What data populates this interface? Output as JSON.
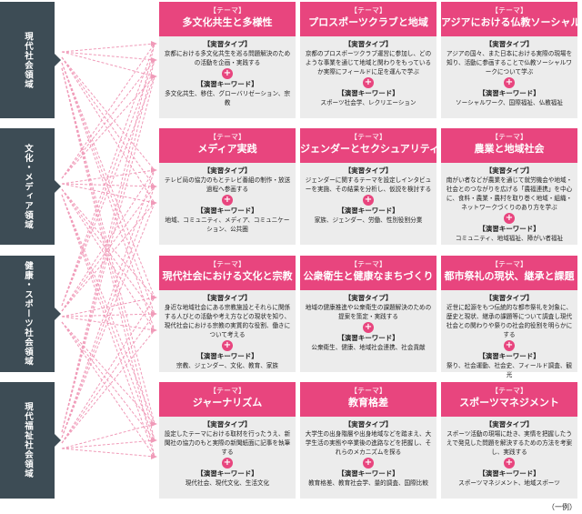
{
  "fields": [
    "現代社会領域",
    "文化・メディア領域",
    "健康・スポーツ社会領域",
    "現代福祉社会領域"
  ],
  "labels": {
    "theme_tag": "【テーマ】",
    "type_heading": "【実習タイプ】",
    "keyword_heading": "【演習キーワード】",
    "plus": "+"
  },
  "cards": [
    {
      "title": "多文化共生と多様性",
      "type": "京都における多文化共生を巡る問題解決のための活動を企画・実践する",
      "keywords": "多文化共生、移住、グローバリゼーション、宗教"
    },
    {
      "title": "プロスポーツクラブと地域",
      "type": "京都のプロスポーツクラブ運営に参加し、どのような事業を通じて地域と関わりをもっているか実際にフィールドに足を運んで学ぶ",
      "keywords": "スポーツ社会学、レクリエーション"
    },
    {
      "title": "アジアにおける仏教ソーシャルワーク",
      "type": "アジアの国々、また日本における実際の現場を知り、活動に参画することで仏教ソーシャルワークについて学ぶ",
      "keywords": "ソーシャルワーク、国際福祉、仏教福祉"
    },
    {
      "title": "メディア実践",
      "type": "テレビ局の協力のもとテレビ番組の制作・放送過程へ参画する",
      "keywords": "地域、コミュニティ、メディア、コミュニケーション、公共圏"
    },
    {
      "title": "ジェンダーとセクシュアリティ",
      "type": "ジェンダーに関するテーマを設定しインタビューを実施、その結果を分析し、仮説を検討する",
      "keywords": "家族、ジェンダー、労働、性別役割分業"
    },
    {
      "title": "農業と地域社会",
      "type": "南がい者などが農業を通じて就労機会や地域・社会とのつながりを広げる「農福連携」を中心に、食料・農業・農村を取り巻く地域・組織・ネットワークづくりのあり方を学ぶ",
      "keywords": "コミュニティ、地域福祉、障がい者福祉"
    },
    {
      "title": "現代社会における文化と宗教",
      "type": "身近な地域社会にある宗教施設とそれらに関係する人びとの活動や考え方などの現状を知り、現代社会における宗教の実質的な役割、働きについて考える",
      "keywords": "宗教、ジェンダー、文化、教育、家族"
    },
    {
      "title": "公衆衛生と健康なまちづくり",
      "type": "地域の健康推進や公衆衛生の課題解決のための提案を策定・実践する",
      "keywords": "公衆衛生、健康、地域社会連携、社会貢献"
    },
    {
      "title": "都市祭礼の現状、継承と課題",
      "type": "近世に起源をもつ伝統的な都市祭礼を対象に、歴史と現状、継承の課題等について調査し現代社会との関わりや祭りの社会的役割を明らかにする",
      "keywords": "祭り、社会運動、社会史、フィールド調査、観光"
    },
    {
      "title": "ジャーナリズム",
      "type": "設定したテーマにおける取材を行ったうえ、新聞社の協力のもと実際の新聞紙面に記事を執筆する",
      "keywords": "現代社会、現代文化、生活文化"
    },
    {
      "title": "教育格差",
      "type": "大学生の出身階層や出身地域などを踏まえ、大学生活の実態や卒業後の進路などを把握し、それらのメカニズムを探る",
      "keywords": "教育格差、教育社会学、量的調査、国際比較"
    },
    {
      "title": "スポーツマネジメント",
      "type": "スポーツ活動の現場に赴き、実情を把握したうえで発見した問題を解決するための方法を考案し、実践する",
      "keywords": "スポーツマネジメント、地域スポーツ"
    }
  ],
  "note": "（一例）",
  "colors": {
    "accent": "#e8457e",
    "field": "#3d4c55",
    "card": "#ececec",
    "line": "#f09ab8"
  }
}
